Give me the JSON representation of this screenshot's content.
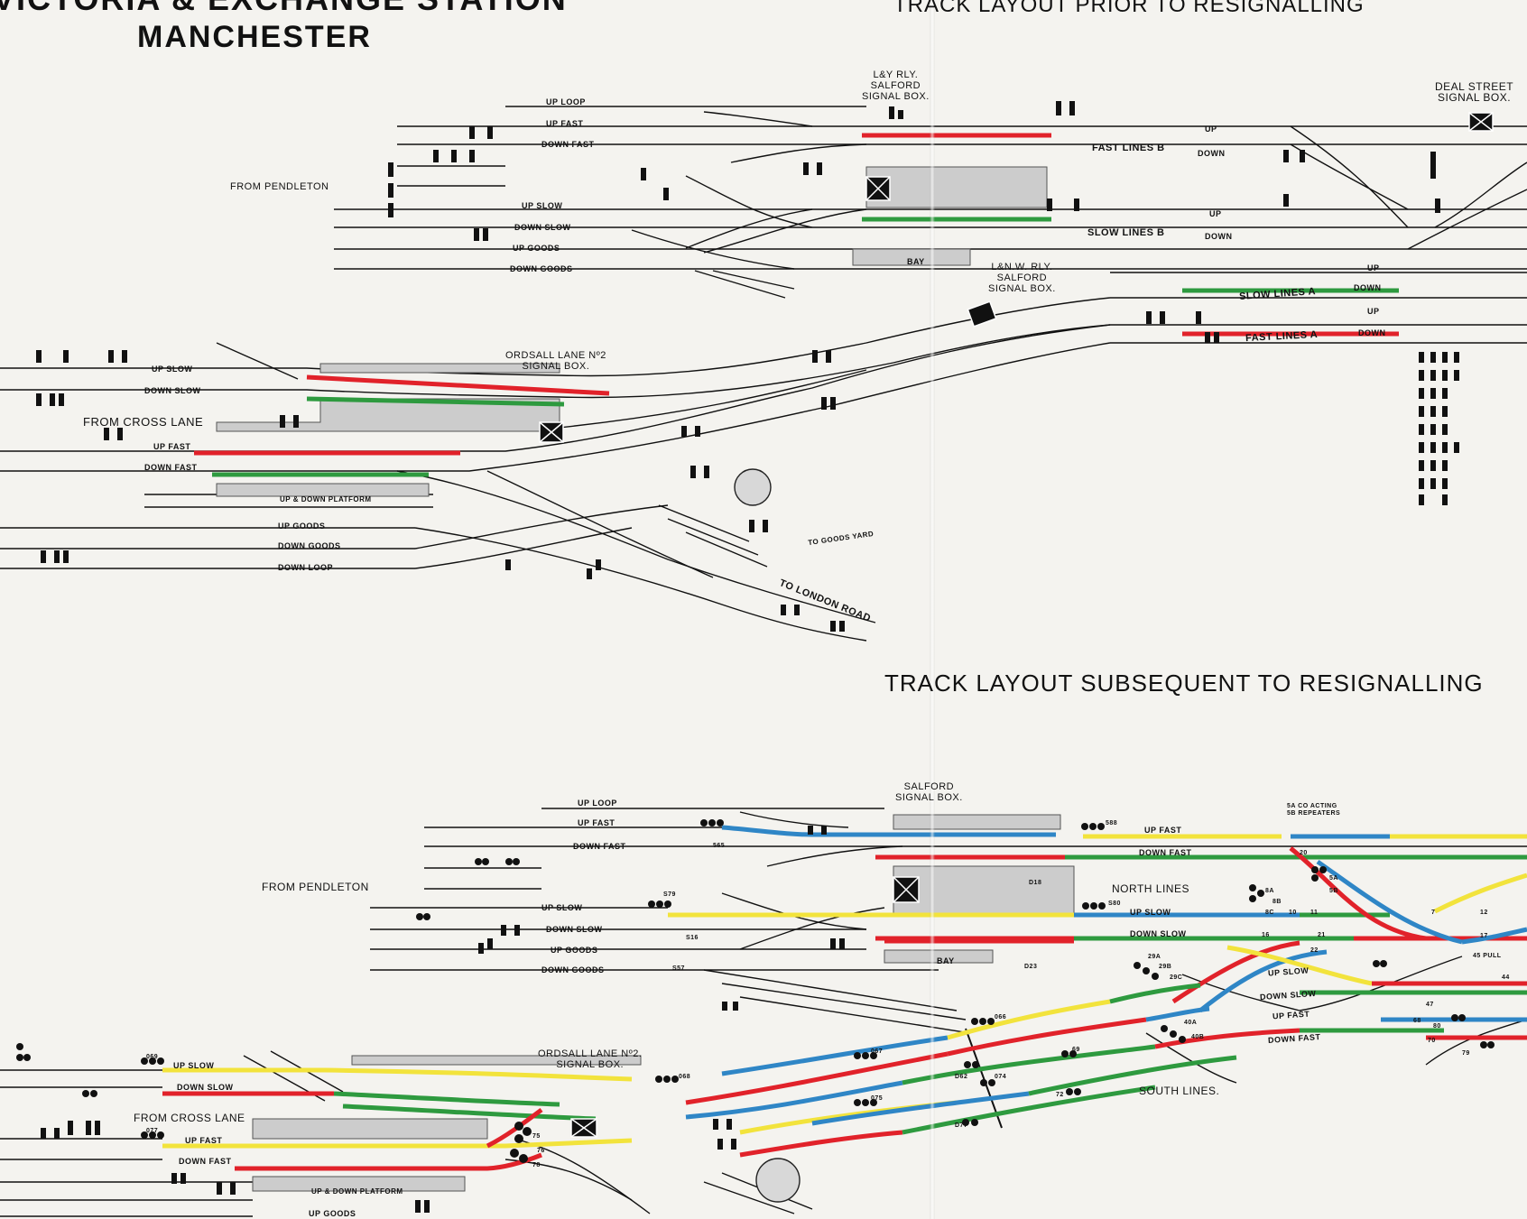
{
  "header": {
    "title_line1": "VICTORIA & EXCHANGE STATION",
    "title_line2": "MANCHESTER",
    "prior_heading": "TRACK LAYOUT PRIOR TO RESIGNALLING",
    "subsequent_heading": "TRACK LAYOUT SUBSEQUENT TO RESIGNALLING"
  },
  "prior": {
    "signal_boxes": {
      "ly_salford": [
        "L&Y RLY.",
        "SALFORD",
        "SIGNAL BOX."
      ],
      "lnw_salford": [
        "L&N.W. RLY.",
        "SALFORD",
        "SIGNAL BOX."
      ],
      "deal_street": [
        "DEAL STREET",
        "SIGNAL BOX."
      ],
      "ordsall": [
        "ORDSALL LANE Nº2",
        "SIGNAL BOX."
      ]
    },
    "areas": {
      "from_pendleton": "FROM PENDLETON",
      "from_cross_lane": "FROM   CROSS LANE"
    },
    "upper_tracks": [
      "UP LOOP",
      "UP FAST",
      "DOWN FAST",
      "UP SLOW",
      "DOWN SLOW",
      "UP GOODS",
      "DOWN GOODS"
    ],
    "lower_tracks": [
      "UP SLOW",
      "DOWN SLOW",
      "UP FAST",
      "DOWN FAST",
      "UP & DOWN PLATFORM",
      "UP GOODS",
      "DOWN GOODS",
      "DOWN LOOP"
    ],
    "line_labels": {
      "fast_b": "FAST LINES B",
      "slow_b": "SLOW LINES B",
      "slow_a": "SLOW LINES A",
      "fast_a": "FAST LINES A",
      "up": "UP",
      "down": "DOWN",
      "bay": "BAY",
      "to_goods_yard": "TO GOODS YARD",
      "to_london_road": "TO LONDON ROAD"
    }
  },
  "subsequent": {
    "signal_boxes": {
      "salford": [
        "SALFORD",
        "SIGNAL BOX."
      ],
      "ordsall": [
        "ORDSALL LANE Nº2.",
        "SIGNAL BOX."
      ]
    },
    "areas": {
      "from_pendleton": "FROM PENDLETON",
      "from_cross_lane": "FROM CROSS LANE",
      "north_lines": "NORTH   LINES",
      "south_lines": "SOUTH LINES."
    },
    "upper_tracks": [
      "UP LOOP",
      "UP FAST",
      "DOWN FAST",
      "UP SLOW",
      "DOWN SLOW",
      "UP GOODS",
      "DOWN GOODS"
    ],
    "right_tracks": [
      "UP FAST",
      "DOWN FAST",
      "UP SLOW",
      "DOWN SLOW",
      "BAY"
    ],
    "south_tracks": [
      "UP SLOW",
      "DOWN SLOW",
      "UP FAST",
      "DOWN FAST"
    ],
    "lower_tracks": [
      "UP SLOW",
      "DOWN SLOW",
      "UP FAST",
      "DOWN FAST",
      "UP & DOWN PLATFORM",
      "UP GOODS"
    ],
    "repeaters_note": [
      "5A",
      "5B",
      "CO ACTING",
      "REPEATERS"
    ],
    "signal_numbers": [
      "588",
      "565",
      "S79",
      "S80",
      "S16",
      "S57",
      "D18",
      "D23",
      "29A",
      "29B",
      "29C",
      "8A",
      "8B",
      "8C",
      "5A",
      "5B",
      "20",
      "10",
      "11",
      "16",
      "21",
      "22",
      "7",
      "12",
      "17",
      "40A",
      "40B",
      "47",
      "68",
      "70",
      "79",
      "80",
      "44",
      "45 PULL",
      "066",
      "067",
      "068",
      "069",
      "074",
      "075",
      "077",
      "D62",
      "D77",
      "69",
      "72",
      "75",
      "76",
      "78"
    ]
  },
  "colors": {
    "red": "#e1222a",
    "green": "#2e9a3f",
    "yellow": "#f2e33c",
    "blue": "#2f86c6",
    "platform": "#c9c9c9",
    "ink": "#111111",
    "paper": "#f4f3ef"
  }
}
